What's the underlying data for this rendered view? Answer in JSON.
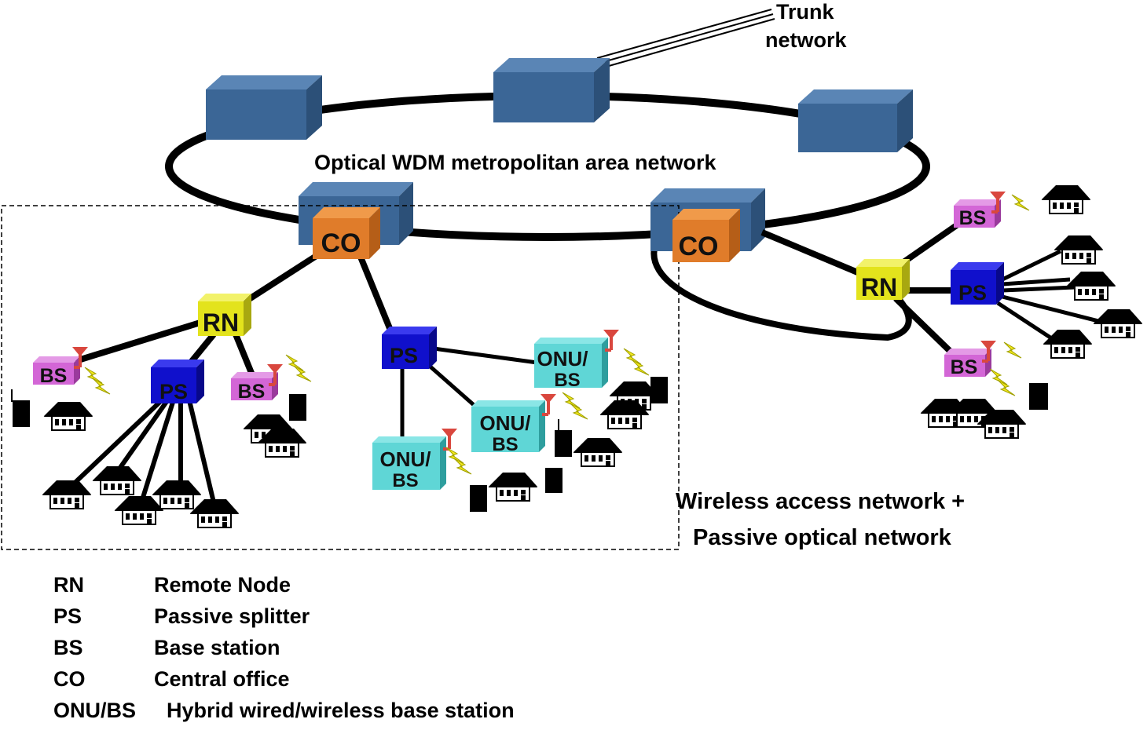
{
  "labels": {
    "trunk_line1": "Trunk",
    "trunk_line2": "network",
    "metro": "Optical WDM metropolitan area network",
    "access_line1": "Wireless access network +",
    "access_line2": "Passive optical network"
  },
  "nodes": {
    "co": "CO",
    "rn": "RN",
    "ps": "PS",
    "bs": "BS",
    "onu_line1": "ONU/",
    "onu_line2": "BS"
  },
  "legend": [
    {
      "abbr": "RN",
      "desc": "Remote Node"
    },
    {
      "abbr": "PS",
      "desc": "Passive splitter"
    },
    {
      "abbr": "BS",
      "desc": "Base station"
    },
    {
      "abbr": "CO",
      "desc": "Central  office"
    },
    {
      "abbr": "ONU/BS",
      "desc": "Hybrid wired/wireless base station"
    }
  ],
  "colors": {
    "ring_node": "#3b6696",
    "co": "#e07c2a",
    "rn": "#e3e31c",
    "ps": "#1010cc",
    "bs": "#d366d6",
    "onu": "#5fd6d6",
    "lightning": "#f2e81a",
    "antenna": "#d9473e"
  }
}
